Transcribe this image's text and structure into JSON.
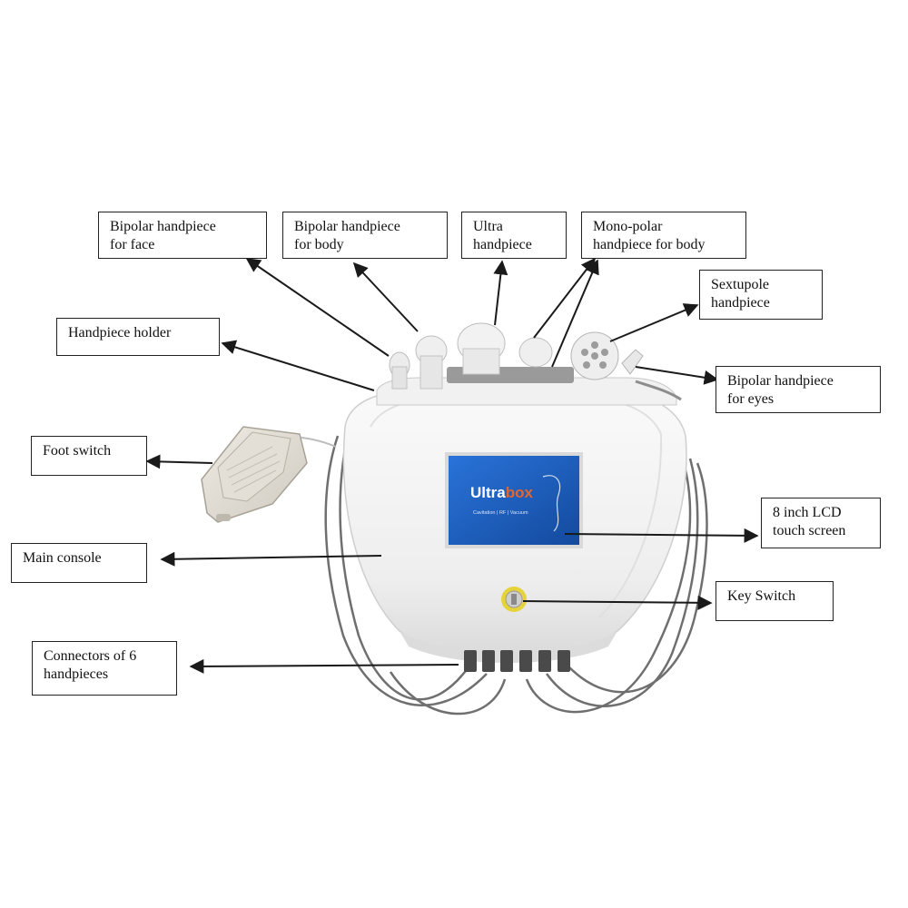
{
  "labels": {
    "bipolar_face": "Bipolar handpiece\nfor face",
    "bipolar_body": "Bipolar handpiece\nfor body",
    "ultra": "Ultra\nhandpiece",
    "monopolar": "Mono-polar\nhandpiece for body",
    "sextupole": "Sextupole\nhandpiece",
    "holder": "Handpiece holder",
    "bipolar_eyes": "Bipolar handpiece\nfor eyes",
    "foot_switch": "Foot switch",
    "lcd": "8 inch LCD\ntouch screen",
    "main_console": "Main console",
    "key_switch": "Key Switch",
    "connectors": "Connectors of 6\nhandpieces"
  },
  "screen": {
    "brand_prefix": "Ultra",
    "brand_suffix": "box",
    "tagline": "Cavitation | RF | Vacuum"
  },
  "colors": {
    "screen_blue": "#1d5fc4",
    "brand_accent": "#e7642a",
    "arrow": "#1a1a1a",
    "key_ring": "#e6d23a"
  }
}
